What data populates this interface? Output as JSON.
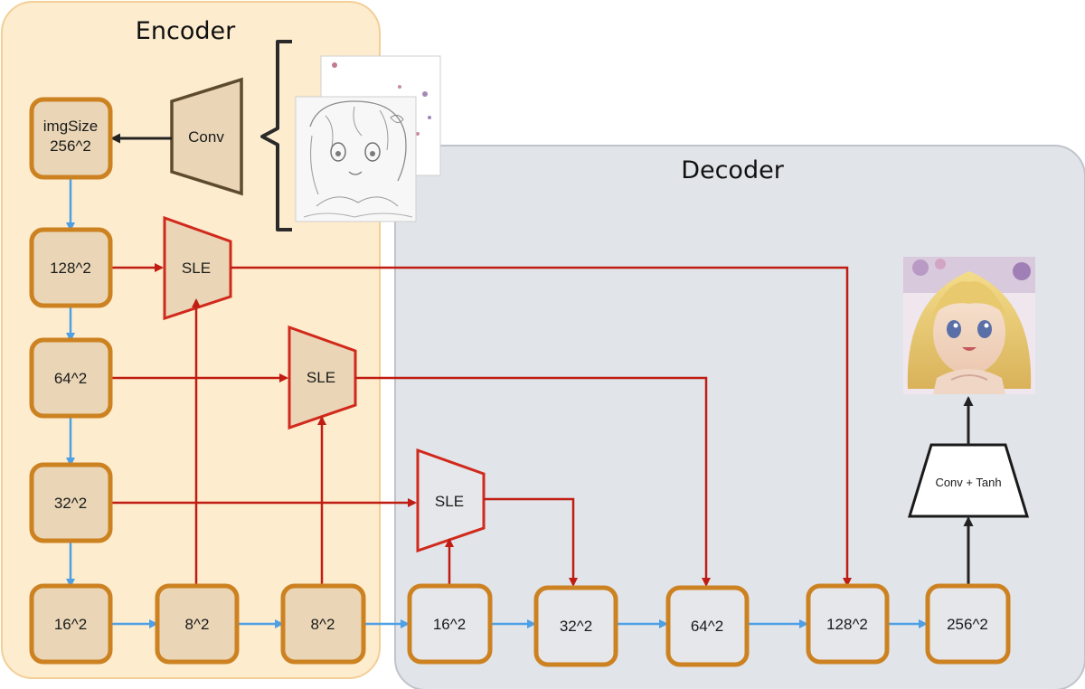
{
  "colors": {
    "encoder_region": "#fdebc9",
    "encoder_region_border": "#f3cf97",
    "decoder_region": "#e1e4e9",
    "decoder_region_border": "#bfc4cb",
    "node_fill_encoder": "#ead6b6",
    "node_fill_decoder": "#e6e7ea",
    "node_border": "#cd8222",
    "arrow_blue": "#4d9fe6",
    "arrow_red": "#c01c12",
    "arrow_black": "#222222",
    "conv_border": "#5e4a2e",
    "sle_border": "#d1291c"
  },
  "encoder": {
    "title": "Encoder",
    "nodes": {
      "img_size_line1": "imgSize",
      "img_size_line2": "256^2",
      "n128": "128^2",
      "n64": "64^2",
      "n32": "32^2",
      "n16": "16^2",
      "n8a": "8^2",
      "n8b": "8^2"
    },
    "conv": "Conv",
    "sle_1": "SLE",
    "sle_2": "SLE"
  },
  "decoder": {
    "title": "Decoder",
    "nodes": {
      "n16": "16^2",
      "n32": "32^2",
      "n64": "64^2",
      "n128": "128^2",
      "n256": "256^2"
    },
    "sle_3": "SLE",
    "conv_tanh": "Conv + Tanh"
  },
  "images": {
    "input_sketch": "sketch-image",
    "output_image": "generated-anime-image"
  }
}
